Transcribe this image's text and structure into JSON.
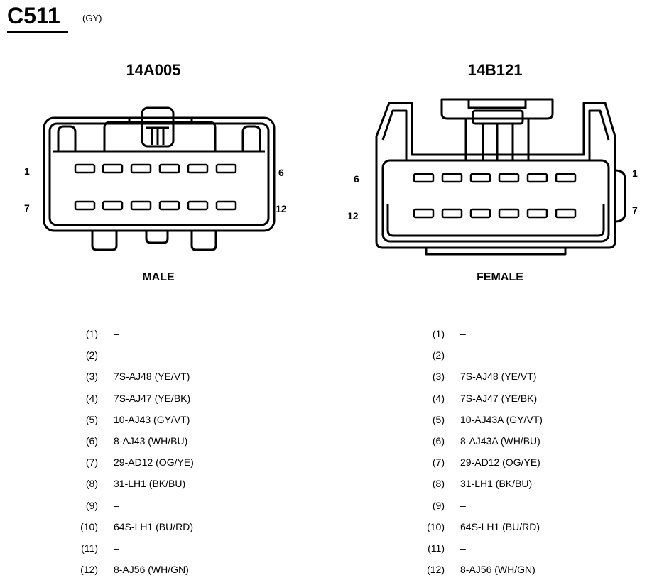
{
  "connector": {
    "name": "C511",
    "color": "(GY)"
  },
  "left": {
    "part_number": "14A005",
    "gender": "MALE",
    "labels": {
      "top_left": "1",
      "top_right": "6",
      "bottom_left": "7",
      "bottom_right": "12"
    },
    "pins": [
      {
        "num": "(1)",
        "circuit": "–"
      },
      {
        "num": "(2)",
        "circuit": "–"
      },
      {
        "num": "(3)",
        "circuit": "7S-AJ48 (YE/VT)"
      },
      {
        "num": "(4)",
        "circuit": "7S-AJ47 (YE/BK)"
      },
      {
        "num": "(5)",
        "circuit": "10-AJ43 (GY/VT)"
      },
      {
        "num": "(6)",
        "circuit": "8-AJ43 (WH/BU)"
      },
      {
        "num": "(7)",
        "circuit": "29-AD12 (OG/YE)"
      },
      {
        "num": "(8)",
        "circuit": "31-LH1 (BK/BU)"
      },
      {
        "num": "(9)",
        "circuit": "–"
      },
      {
        "num": "(10)",
        "circuit": "64S-LH1 (BU/RD)"
      },
      {
        "num": "(11)",
        "circuit": "–"
      },
      {
        "num": "(12)",
        "circuit": "8-AJ56 (WH/GN)"
      }
    ]
  },
  "right": {
    "part_number": "14B121",
    "gender": "FEMALE",
    "labels": {
      "top_left": "6",
      "top_right": "1",
      "bottom_left": "12",
      "bottom_right": "7"
    },
    "pins": [
      {
        "num": "(1)",
        "circuit": "–"
      },
      {
        "num": "(2)",
        "circuit": "–"
      },
      {
        "num": "(3)",
        "circuit": "7S-AJ48 (YE/VT)"
      },
      {
        "num": "(4)",
        "circuit": "7S-AJ47 (YE/BK)"
      },
      {
        "num": "(5)",
        "circuit": "10-AJ43A (GY/VT)"
      },
      {
        "num": "(6)",
        "circuit": "8-AJ43A (WH/BU)"
      },
      {
        "num": "(7)",
        "circuit": "29-AD12 (OG/YE)"
      },
      {
        "num": "(8)",
        "circuit": "31-LH1 (BK/BU)"
      },
      {
        "num": "(9)",
        "circuit": "–"
      },
      {
        "num": "(10)",
        "circuit": "64S-LH1 (BU/RD)"
      },
      {
        "num": "(11)",
        "circuit": "–"
      },
      {
        "num": "(12)",
        "circuit": "8-AJ56 (WH/GN)"
      }
    ]
  }
}
